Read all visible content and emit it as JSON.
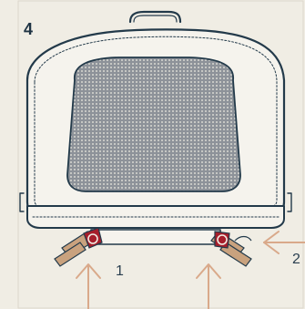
{
  "step": {
    "number": "4"
  },
  "callouts": {
    "one": "1",
    "two": "2"
  },
  "colors": {
    "background": "#f0ede4",
    "line": "#233a4a",
    "arrow": "#d9a98a",
    "mesh": "#8d9299",
    "strap_tan": "#c9a27e",
    "strap_red": "#a61e2b"
  },
  "icons": {
    "left_arrow_up": "arrow-up-icon",
    "right_arrow_up": "arrow-up-icon",
    "arrow_left": "arrow-left-icon"
  }
}
